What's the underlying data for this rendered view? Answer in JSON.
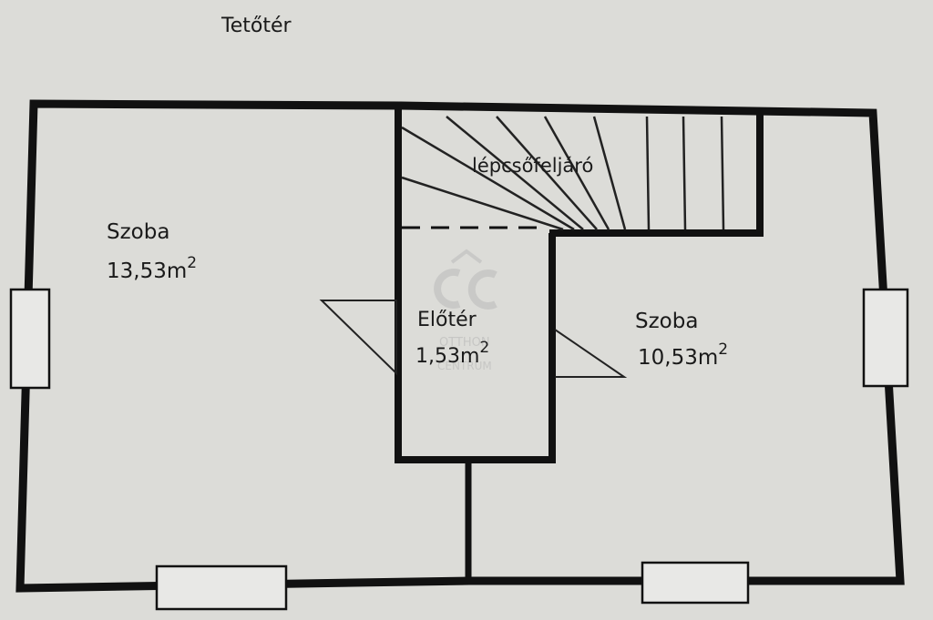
{
  "title": "Tetőtér",
  "rooms": {
    "room_left": {
      "name": "Szoba",
      "area": "13,53",
      "unit": "m",
      "exp": "2"
    },
    "hall": {
      "name": "Előtér",
      "area": "1,53",
      "unit": "m",
      "exp": "2"
    },
    "room_right": {
      "name": "Szoba",
      "area": "10,53",
      "unit": "m",
      "exp": "2"
    },
    "stairs": {
      "name": "lépcsőfeljáró"
    }
  },
  "watermark": {
    "line1": "OTTHON",
    "line2": "CENTRUM"
  },
  "colors": {
    "background": "#dcdcd8",
    "wall": "#111111",
    "text": "#1a1a1a"
  }
}
